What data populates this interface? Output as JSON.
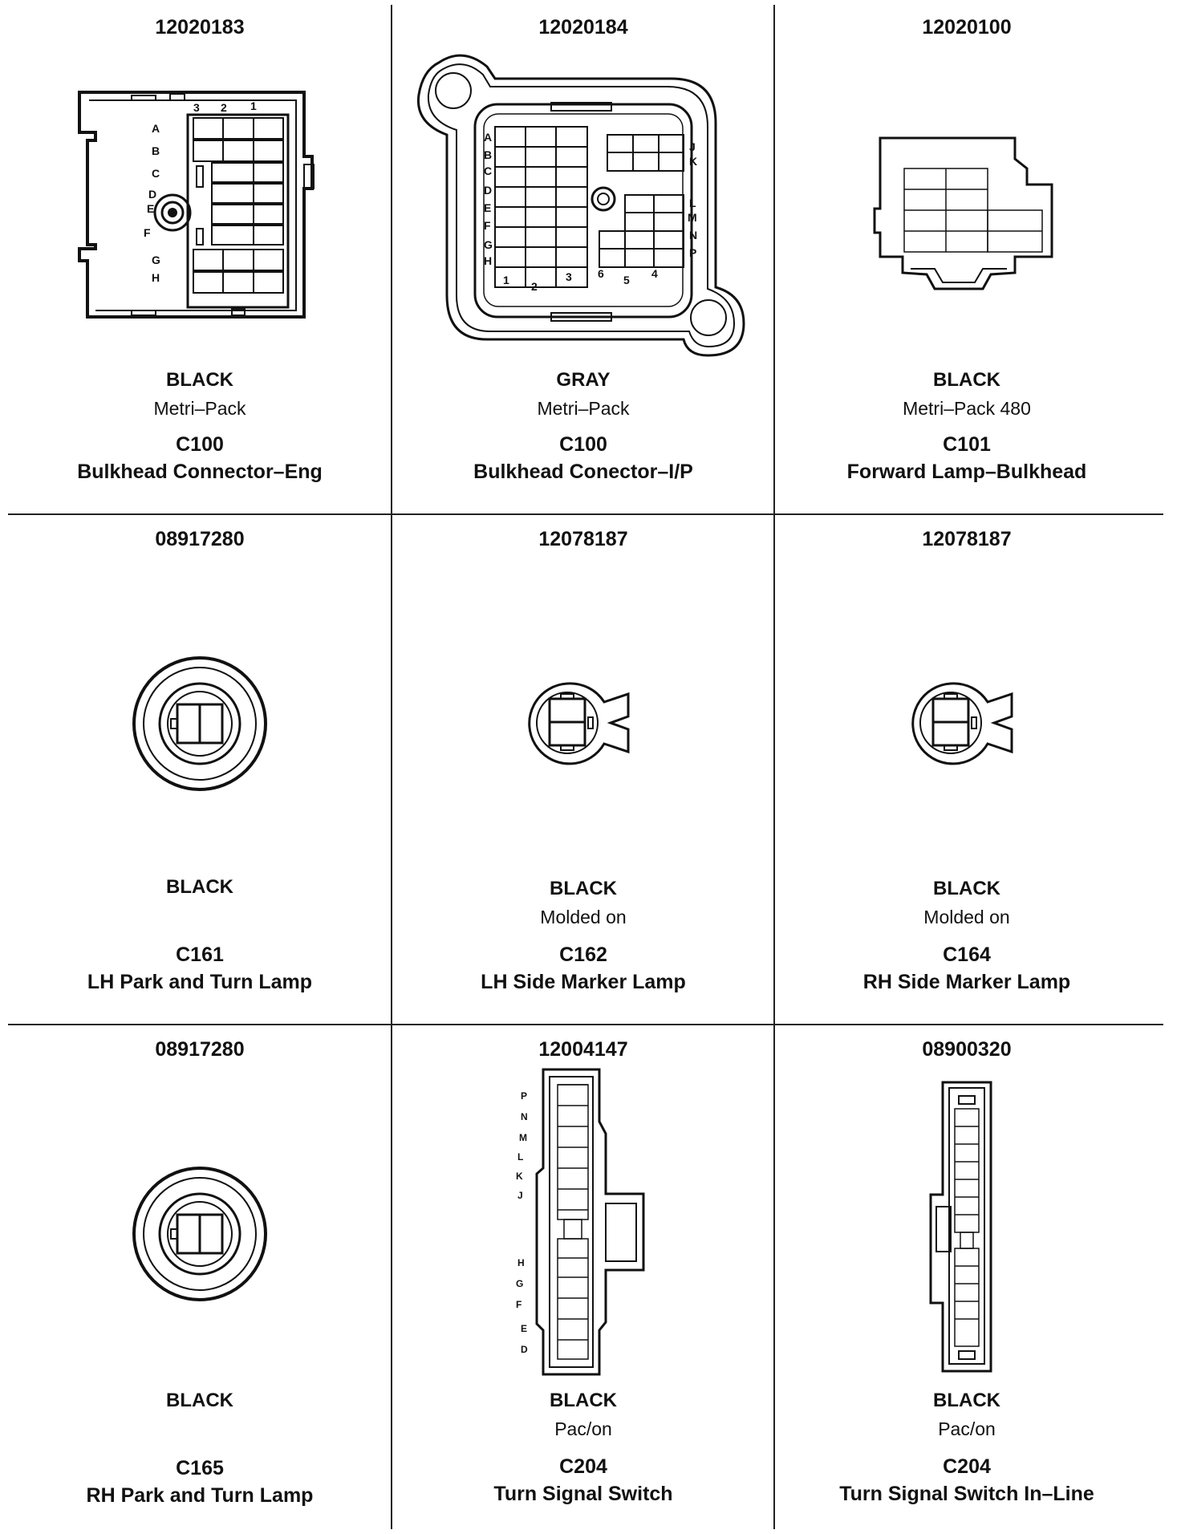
{
  "connectors": [
    {
      "part_number": "12020183",
      "color": "BLACK",
      "type": "Metri–Pack",
      "id": "C100",
      "name": "Bulkhead Connector–Eng",
      "pin_rows": [
        "A",
        "B",
        "C",
        "D",
        "E",
        "F",
        "G",
        "H"
      ],
      "pin_cols": [
        "3",
        "2",
        "1"
      ]
    },
    {
      "part_number": "12020184",
      "color": "GRAY",
      "type": "Metri–Pack",
      "id": "C100",
      "name": "Bulkhead Conector–I/P",
      "pin_rows_left": [
        "A",
        "B",
        "C",
        "D",
        "E",
        "F",
        "G",
        "H"
      ],
      "pin_rows_right": [
        "J",
        "K",
        "L",
        "M",
        "N",
        "P"
      ],
      "pin_cols": [
        "1",
        "2",
        "3",
        "6",
        "5",
        "4"
      ]
    },
    {
      "part_number": "12020100",
      "color": "BLACK",
      "type": "Metri–Pack 480",
      "id": "C101",
      "name": "Forward Lamp–Bulkhead"
    },
    {
      "part_number": "08917280",
      "color": "BLACK",
      "type": "",
      "id": "C161",
      "name": "LH Park and Turn Lamp"
    },
    {
      "part_number": "12078187",
      "color": "BLACK",
      "type": "Molded on",
      "id": "C162",
      "name": "LH Side Marker Lamp"
    },
    {
      "part_number": "12078187",
      "color": "BLACK",
      "type": "Molded on",
      "id": "C164",
      "name": "RH Side Marker Lamp"
    },
    {
      "part_number": "08917280",
      "color": "BLACK",
      "type": "",
      "id": "C165",
      "name": "RH Park and Turn Lamp"
    },
    {
      "part_number": "12004147",
      "color": "BLACK",
      "type": "Pac/on",
      "id": "C204",
      "name": "Turn Signal Switch",
      "pin_rows": [
        "P",
        "N",
        "M",
        "L",
        "K",
        "J",
        "H",
        "G",
        "F",
        "E",
        "D"
      ]
    },
    {
      "part_number": "08900320",
      "color": "BLACK",
      "type": "Pac/on",
      "id": "C204",
      "name": "Turn Signal Switch In–Line"
    }
  ]
}
